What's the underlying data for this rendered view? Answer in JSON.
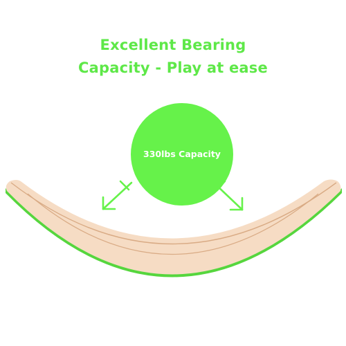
{
  "headline": {
    "line1": "Excellent Bearing",
    "line2": "Capacity - Play at ease"
  },
  "badge": {
    "label": "330lbs Capacity"
  },
  "colors": {
    "accent_green": "#66f24a",
    "text_green": "#5ee848",
    "wood_light": "#f6dcc4",
    "wood_mid": "#ecc8a6",
    "wood_edge": "#d9ab85",
    "underside_green": "#56d63e"
  },
  "icons": {
    "left_arrow": "arrow-down-left-icon",
    "right_arrow": "arrow-down-right-icon"
  }
}
